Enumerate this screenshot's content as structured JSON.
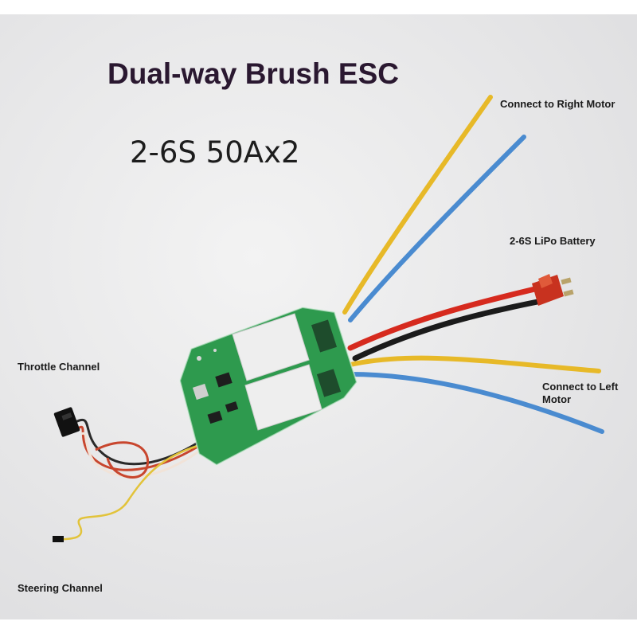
{
  "product": {
    "title": "Dual-way Brush ESC",
    "subtitle": "2-6S 50Ax2"
  },
  "labels": {
    "right_motor": "Connect to Right Motor",
    "battery": "2-6S LiPo Battery",
    "throttle": "Throttle Channel",
    "left_motor": "Connect to Left Motor",
    "steering": "Steering Channel"
  },
  "colors": {
    "background": "#e6e6e8",
    "pcb_green": "#2e9a4e",
    "wire_yellow": "#e7b928",
    "wire_blue": "#4a8bd0",
    "wire_red": "#d62a1e",
    "wire_black": "#1b1b1b",
    "connector_red": "#c8321f",
    "title_color": "#2a1830"
  }
}
